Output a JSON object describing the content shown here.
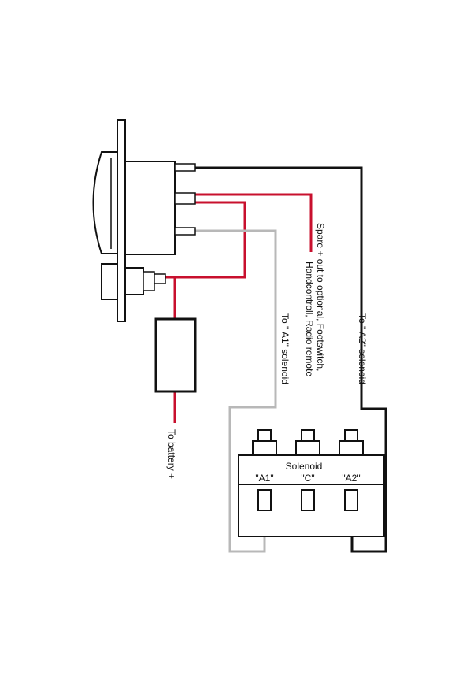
{
  "labels": {
    "to_battery": "To battery +",
    "to_a1": "To \" A1\" solenoid",
    "to_a2": "To \" A2\" solenoid",
    "spare_line1": "Spare + out to optional, Footswitch,",
    "spare_line2": "Handcontroll, Radio remote",
    "solenoid_title": "Solenoid",
    "terminal_a1": "\"A1\"",
    "terminal_c": "\"C\"",
    "terminal_a2": "\"A2\""
  },
  "colors": {
    "wire_black": "#111111",
    "wire_red": "#c8102e",
    "wire_grey": "#b8b8b8",
    "outline": "#111111"
  }
}
